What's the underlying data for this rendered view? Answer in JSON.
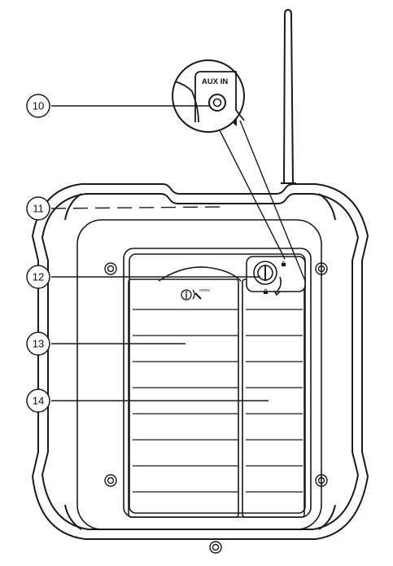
{
  "callouts": [
    {
      "id": "10",
      "label": "10"
    },
    {
      "id": "11",
      "label": "11"
    },
    {
      "id": "12",
      "label": "12"
    },
    {
      "id": "13",
      "label": "13"
    },
    {
      "id": "14",
      "label": "14"
    }
  ],
  "aux_label": "AUX IN",
  "open_label": "OPEN",
  "colors": {
    "line": "#1a1a1a",
    "background": "#ffffff"
  }
}
